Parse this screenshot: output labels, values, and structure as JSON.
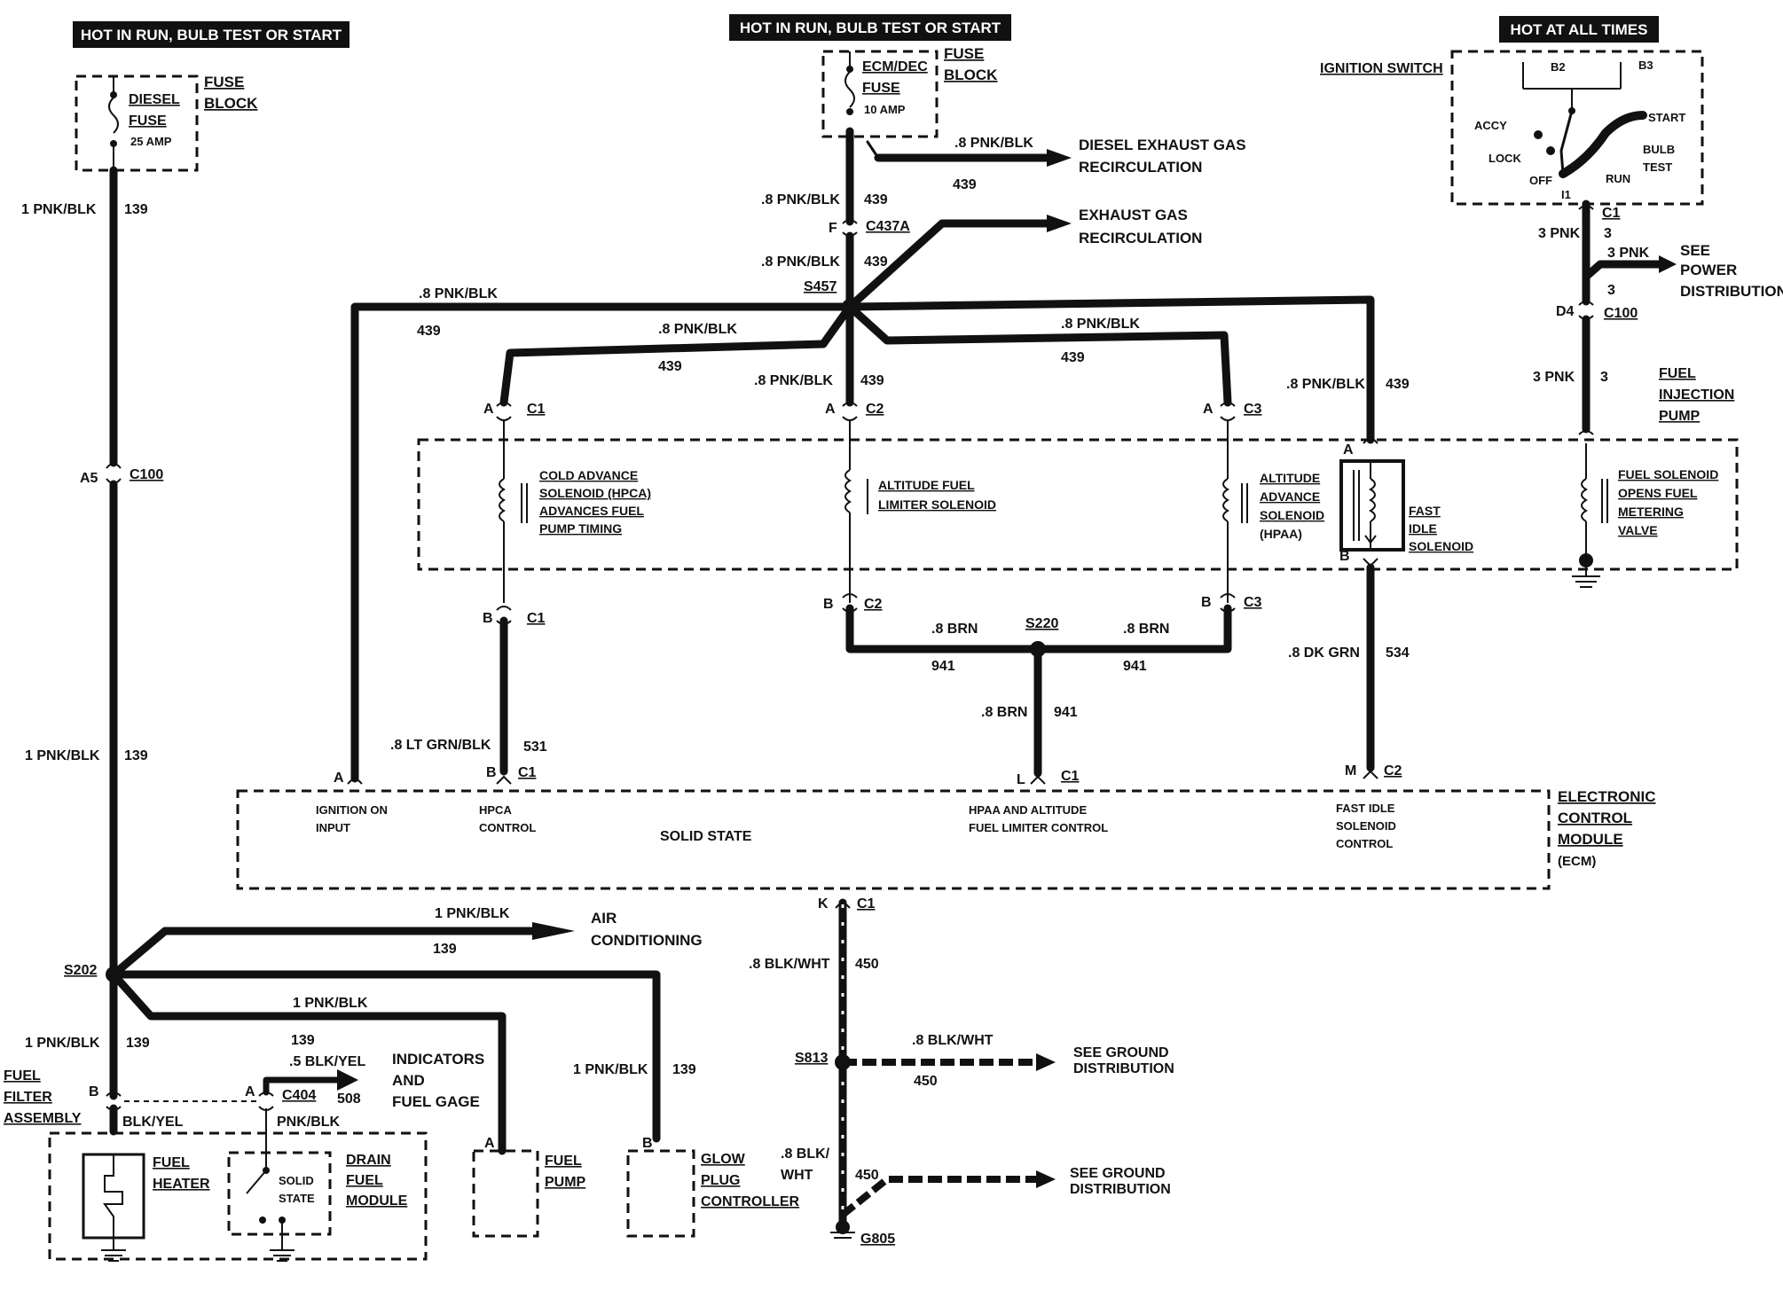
{
  "headers": {
    "left": "HOT IN RUN, BULB TEST OR START",
    "center": "HOT IN RUN, BULB TEST OR START",
    "right": "HOT AT ALL TIMES"
  },
  "diesel_fuse": {
    "l1": "DIESEL",
    "l2": "FUSE",
    "amp": "25 AMP",
    "block1": "FUSE",
    "block2": "BLOCK"
  },
  "ecm_fuse": {
    "l1": "ECM/DEC",
    "l2": "FUSE",
    "amp": "10 AMP",
    "block1": "FUSE",
    "block2": "BLOCK"
  },
  "ignition": {
    "title": "IGNITION SWITCH",
    "b2": "B2",
    "b3": "B3",
    "accy": "ACCY",
    "lock": "LOCK",
    "off": "OFF",
    "run": "RUN",
    "start": "START",
    "bulb": "BULB",
    "test": "TEST",
    "i1": "I1"
  },
  "left_bus": {
    "w1": "1 PNK/BLK",
    "c1": "139",
    "a5": "A5",
    "c100": "C100",
    "w2": "1 PNK/BLK",
    "c2": "139",
    "s202": "S202",
    "w3": "1 PNK/BLK",
    "c3": "139"
  },
  "center_bus": {
    "w_top": ".8 PNK/BLK",
    "c_top": "439",
    "f": "F",
    "c437a": "C437A",
    "w_mid": ".8 PNK/BLK",
    "c_mid": "439",
    "s457": "S457",
    "diesel_egr_wire": ".8 PNK/BLK",
    "diesel_egr_circ": "439",
    "diesel_egr1": "DIESEL EXHAUST GAS",
    "diesel_egr2": "RECIRCULATION",
    "egr1": "EXHAUST GAS",
    "egr2": "RECIRCULATION",
    "left_wire": ".8 PNK/BLK",
    "left_circ": "439",
    "c1_wire": ".8 PNK/BLK",
    "c1_circ": "439",
    "c2_wire": ".8 PNK/BLK",
    "c2_circ": "439",
    "c3_wire": ".8 PNK/BLK",
    "c3_circ": "439",
    "fis_wire": ".8 PNK/BLK",
    "fis_circ": "439"
  },
  "connectors": {
    "a": "A",
    "b": "B",
    "c1": "C1",
    "c2": "C2",
    "c3": "C3"
  },
  "solenoids": {
    "hpca": [
      "COLD ADVANCE",
      "SOLENOID (HPCA)",
      "ADVANCES FUEL",
      "PUMP TIMING"
    ],
    "alt_fuel": [
      "ALTITUDE FUEL",
      "LIMITER SOLENOID"
    ],
    "hpaa": [
      "ALTITUDE",
      "ADVANCE",
      "SOLENOID",
      "(HPAA)"
    ],
    "fast_idle": [
      "FAST",
      "IDLE",
      "SOLENOID"
    ],
    "fuel_sol": [
      "FUEL SOLENOID",
      "OPENS FUEL",
      "METERING",
      "VALVE"
    ]
  },
  "right_power": {
    "c1": "C1",
    "w1": "3 PNK",
    "n1": "3",
    "w2": "3 PNK",
    "n2": "3",
    "see": "SEE",
    "power": "POWER",
    "dist": "DISTRIBUTION",
    "d4": "D4",
    "c100": "C100",
    "w3": "3 PNK",
    "n3": "3",
    "fip1": "FUEL",
    "fip2": "INJECTION",
    "fip3": "PUMP"
  },
  "lower_wires": {
    "brn1": ".8 BRN",
    "c941a": "941",
    "s220": "S220",
    "brn2": ".8 BRN",
    "c941b": "941",
    "brn3": ".8 BRN",
    "c941c": "941",
    "ltgrn": ".8 LT GRN/BLK",
    "c531": "531",
    "dkgrn": ".8 DK GRN",
    "c534": "534"
  },
  "ecm": {
    "a": "A",
    "b": "B",
    "c1": "C1",
    "l": "L",
    "c1b": "C1",
    "m": "M",
    "c2": "C2",
    "ign1": "IGNITION ON",
    "ign2": "INPUT",
    "hpca1": "HPCA",
    "hpca2": "CONTROL",
    "solid": "SOLID STATE",
    "hpaa1": "HPAA AND ALTITUDE",
    "hpaa2": "FUEL LIMITER CONTROL",
    "fi1": "FAST IDLE",
    "fi2": "SOLENOID",
    "fi3": "CONTROL",
    "name1": "ELECTRONIC",
    "name2": "CONTROL",
    "name3": "MODULE",
    "name4": "(ECM)"
  },
  "ground": {
    "k": "K",
    "c1": "C1",
    "w1": ".8 BLK/WHT",
    "c450a": "450",
    "s813": "S813",
    "w2": ".8 BLK/WHT",
    "c450b": "450",
    "see1": "SEE GROUND",
    "dist1": "DISTRIBUTION",
    "w3a": ".8 BLK/",
    "w3b": "WHT",
    "c450c": "450",
    "see2": "SEE GROUND",
    "dist2": "DISTRIBUTION",
    "g805": "G805"
  },
  "bottom": {
    "ac_wire": "1 PNK/BLK",
    "ac_circ": "139",
    "ac1": "AIR",
    "ac2": "CONDITIONING",
    "fp_wire": "1 PNK/BLK",
    "fp_circ": "139",
    "glow_wire": "1 PNK/BLK",
    "glow_circ": "139",
    "ind_wire": ".5 BLK/YEL",
    "ind_circ": "508",
    "ind1": "INDICATORS",
    "ind2": "AND",
    "ind3": "FUEL GAGE",
    "c404": "C404",
    "a": "A",
    "pnkblk": "PNK/BLK",
    "fuel1": "FUEL",
    "fuel2": "FILTER",
    "fuel3": "ASSEMBLY",
    "b": "B",
    "blkyel": "BLK/YEL",
    "heater1": "FUEL",
    "heater2": "HEATER",
    "solid1": "SOLID",
    "solid2": "STATE",
    "drain1": "DRAIN",
    "drain2": "FUEL",
    "drain3": "MODULE",
    "pump_a": "A",
    "pump1": "FUEL",
    "pump2": "PUMP",
    "glow_b": "B",
    "glow1": "GLOW",
    "glow2": "PLUG",
    "glow3": "CONTROLLER"
  }
}
